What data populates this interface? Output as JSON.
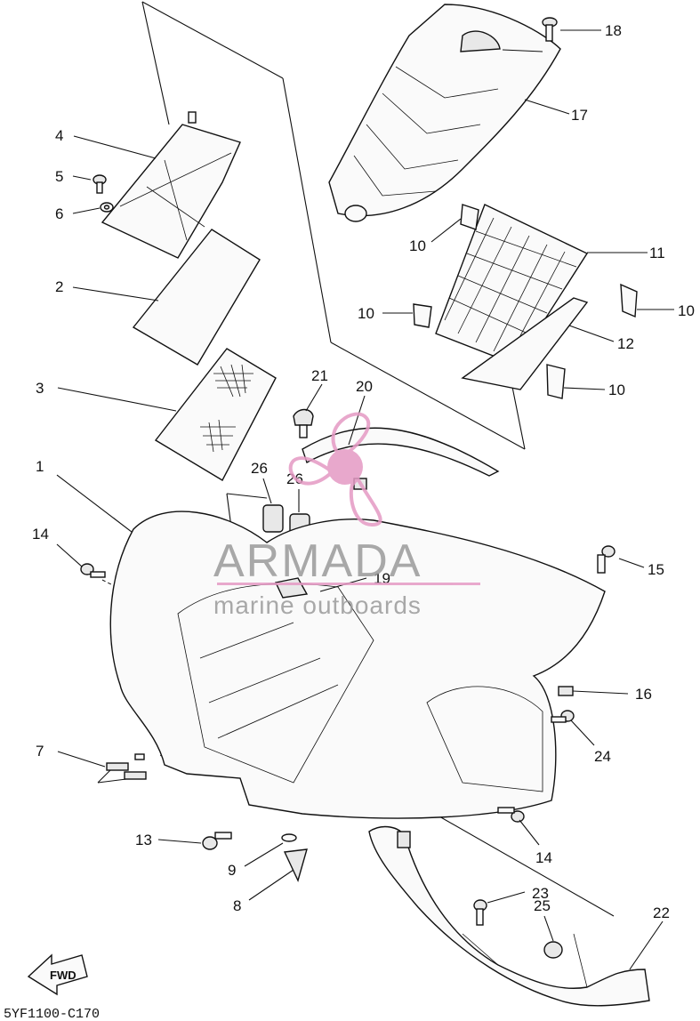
{
  "diagram": {
    "code": "5YF1100-C170",
    "fwd_label": "FWD",
    "watermark": {
      "brand": "ARMADA",
      "tagline": "marine outboards"
    },
    "callouts": [
      "1",
      "2",
      "3",
      "4",
      "5",
      "6",
      "7",
      "8",
      "9",
      "10",
      "10",
      "10",
      "10",
      "11",
      "12",
      "13",
      "14",
      "14",
      "15",
      "16",
      "17",
      "18",
      "19",
      "20",
      "21",
      "22",
      "23",
      "24",
      "25",
      "26",
      "26"
    ]
  }
}
